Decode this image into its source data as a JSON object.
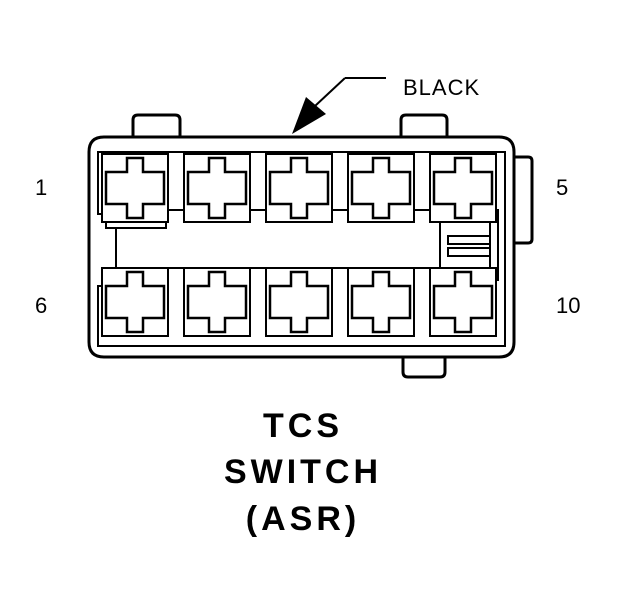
{
  "connector": {
    "color_callout": "BLACK",
    "pin_labels": {
      "top_left": "1",
      "top_right": "5",
      "bottom_left": "6",
      "bottom_right": "10"
    },
    "title_lines": [
      "TCS",
      "SWITCH",
      "(ASR)"
    ],
    "rows": 2,
    "cavities_per_row": 5
  },
  "colors": {
    "line": "#000000",
    "background": "#ffffff"
  }
}
